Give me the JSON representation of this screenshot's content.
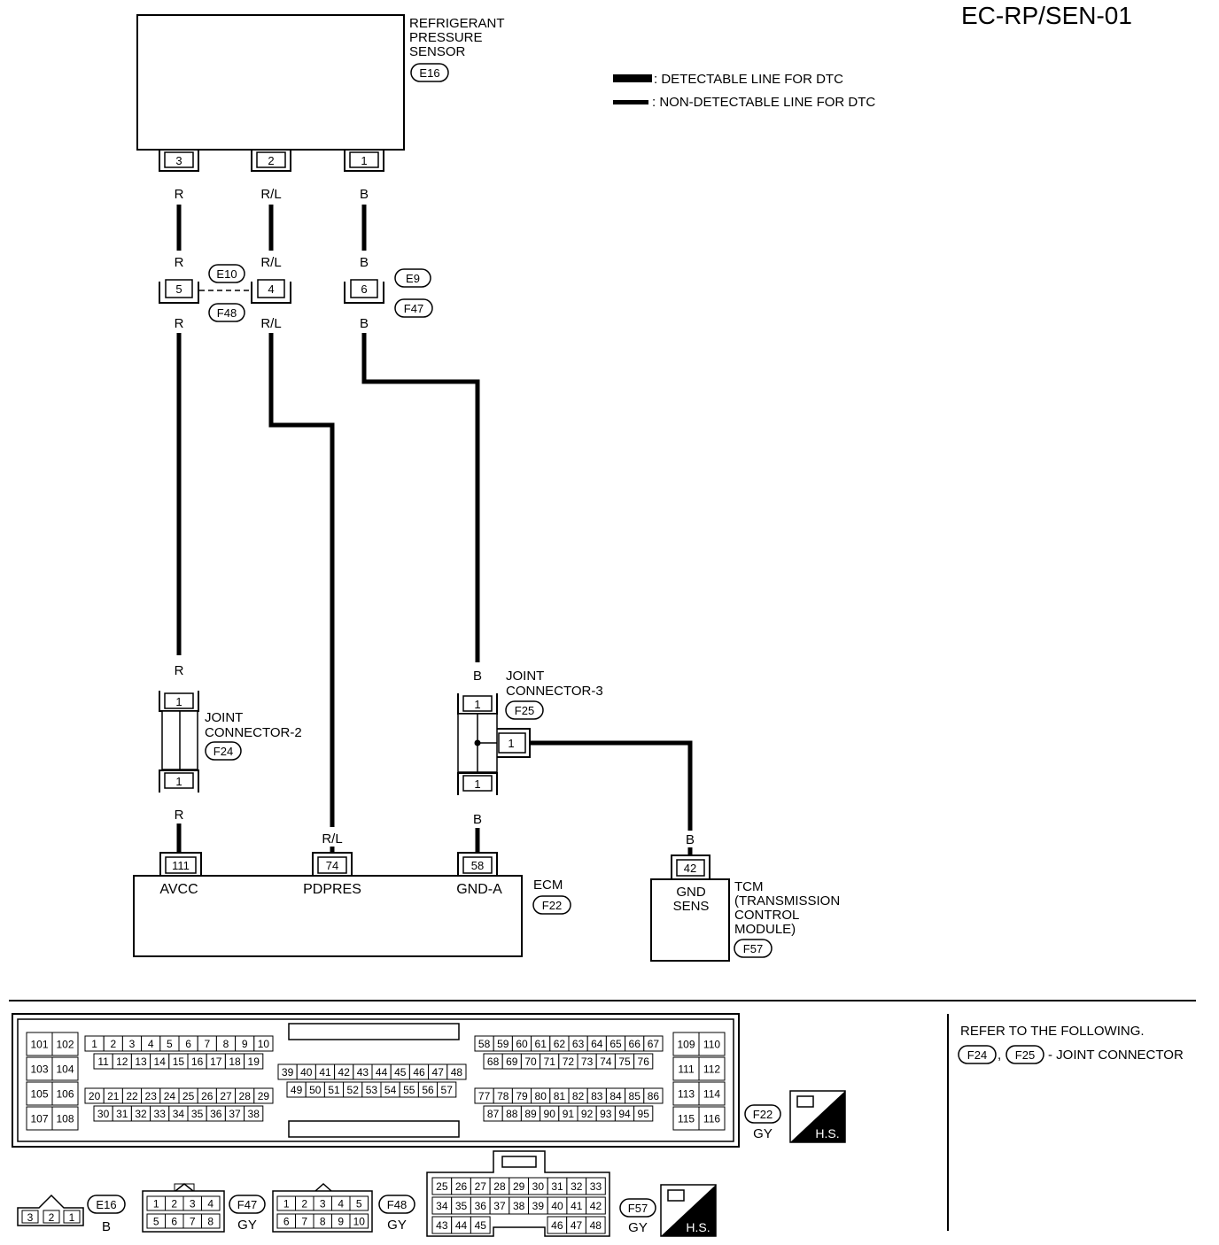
{
  "page_code": "EC-RP/SEN-01",
  "legend": {
    "detectable": ": DETECTABLE LINE FOR DTC",
    "non_detectable": ":  NON-DETECTABLE LINE FOR DTC"
  },
  "sensor": {
    "name": [
      "REFRIGERANT",
      "PRESSURE",
      "SENSOR"
    ],
    "connector": "E16",
    "pins": [
      "3",
      "2",
      "1"
    ]
  },
  "wires": {
    "w1": "R",
    "w2": "R/L",
    "w3": "B"
  },
  "harness": {
    "pin5": "5",
    "pin4": "4",
    "pin6": "6",
    "conn_e10": "E10",
    "conn_f48": "F48",
    "conn_e9": "E9",
    "conn_f47": "F47"
  },
  "joint2": {
    "name": [
      "JOINT",
      "CONNECTOR-2"
    ],
    "connector": "F24",
    "pin_top": "1",
    "pin_bottom": "1"
  },
  "joint3": {
    "name": [
      "JOINT",
      "CONNECTOR-3"
    ],
    "connector": "F25",
    "pin_top": "1",
    "pin_side": "1",
    "pin_bottom": "1"
  },
  "ecm": {
    "label": "ECM",
    "connector": "F22",
    "pins": [
      "111",
      "74",
      "58"
    ],
    "terminals": [
      "AVCC",
      "PDPRES",
      "GND-A"
    ]
  },
  "tcm": {
    "pin": "42",
    "terminal": [
      "GND",
      "SENS"
    ],
    "name": [
      "TCM",
      "(TRANSMISSION",
      "CONTROL",
      "MODULE)"
    ],
    "connector": "F57"
  },
  "refer": {
    "line1": "REFER TO THE FOLLOWING.",
    "c1": "F24",
    "c2": "F25",
    "suffix": "- JOINT CONNECTOR"
  },
  "bottom": {
    "f22_color": "GY",
    "e16_color": "B",
    "f47_color": "GY",
    "f48_color": "GY",
    "f57_color": "GY",
    "hs": "H.S.",
    "e16_pins": [
      "3",
      "2",
      "1"
    ],
    "f47_pins": [
      [
        "1",
        "2",
        "3",
        "4"
      ],
      [
        "5",
        "6",
        "7",
        "8"
      ]
    ],
    "f48_pins": [
      [
        "1",
        "2",
        "3",
        "4",
        "5"
      ],
      [
        "6",
        "7",
        "8",
        "9",
        "10"
      ]
    ],
    "f57_pins": [
      [
        "25",
        "26",
        "27",
        "28",
        "29",
        "30",
        "31",
        "32",
        "33"
      ],
      [
        "34",
        "35",
        "36",
        "37",
        "38",
        "39",
        "40",
        "41",
        "42"
      ],
      [
        "43",
        "44",
        "45",
        "46",
        "47",
        "48"
      ]
    ],
    "ecm_pins": {
      "g1": [
        [
          "101",
          "102"
        ],
        [
          "103",
          "104"
        ],
        [
          "105",
          "106"
        ],
        [
          "107",
          "108"
        ]
      ],
      "g2a": [
        "1",
        "2",
        "3",
        "4",
        "5",
        "6",
        "7",
        "8",
        "9",
        "10"
      ],
      "g2b": [
        "11",
        "12",
        "13",
        "14",
        "15",
        "16",
        "17",
        "18",
        "19"
      ],
      "g2c": [
        "20",
        "21",
        "22",
        "23",
        "24",
        "25",
        "26",
        "27",
        "28",
        "29"
      ],
      "g2d": [
        "30",
        "31",
        "32",
        "33",
        "34",
        "35",
        "36",
        "37",
        "38"
      ],
      "g3a": [
        "39",
        "40",
        "41",
        "42",
        "43",
        "44",
        "45",
        "46",
        "47",
        "48"
      ],
      "g3b": [
        "49",
        "50",
        "51",
        "52",
        "53",
        "54",
        "55",
        "56",
        "57"
      ],
      "g4a": [
        "58",
        "59",
        "60",
        "61",
        "62",
        "63",
        "64",
        "65",
        "66",
        "67"
      ],
      "g4b": [
        "68",
        "69",
        "70",
        "71",
        "72",
        "73",
        "74",
        "75",
        "76"
      ],
      "g4c": [
        "77",
        "78",
        "79",
        "80",
        "81",
        "82",
        "83",
        "84",
        "85",
        "86"
      ],
      "g4d": [
        "87",
        "88",
        "89",
        "90",
        "91",
        "92",
        "93",
        "94",
        "95"
      ],
      "g5": [
        [
          "109",
          "110"
        ],
        [
          "111",
          "112"
        ],
        [
          "113",
          "114"
        ],
        [
          "115",
          "116"
        ]
      ]
    }
  }
}
